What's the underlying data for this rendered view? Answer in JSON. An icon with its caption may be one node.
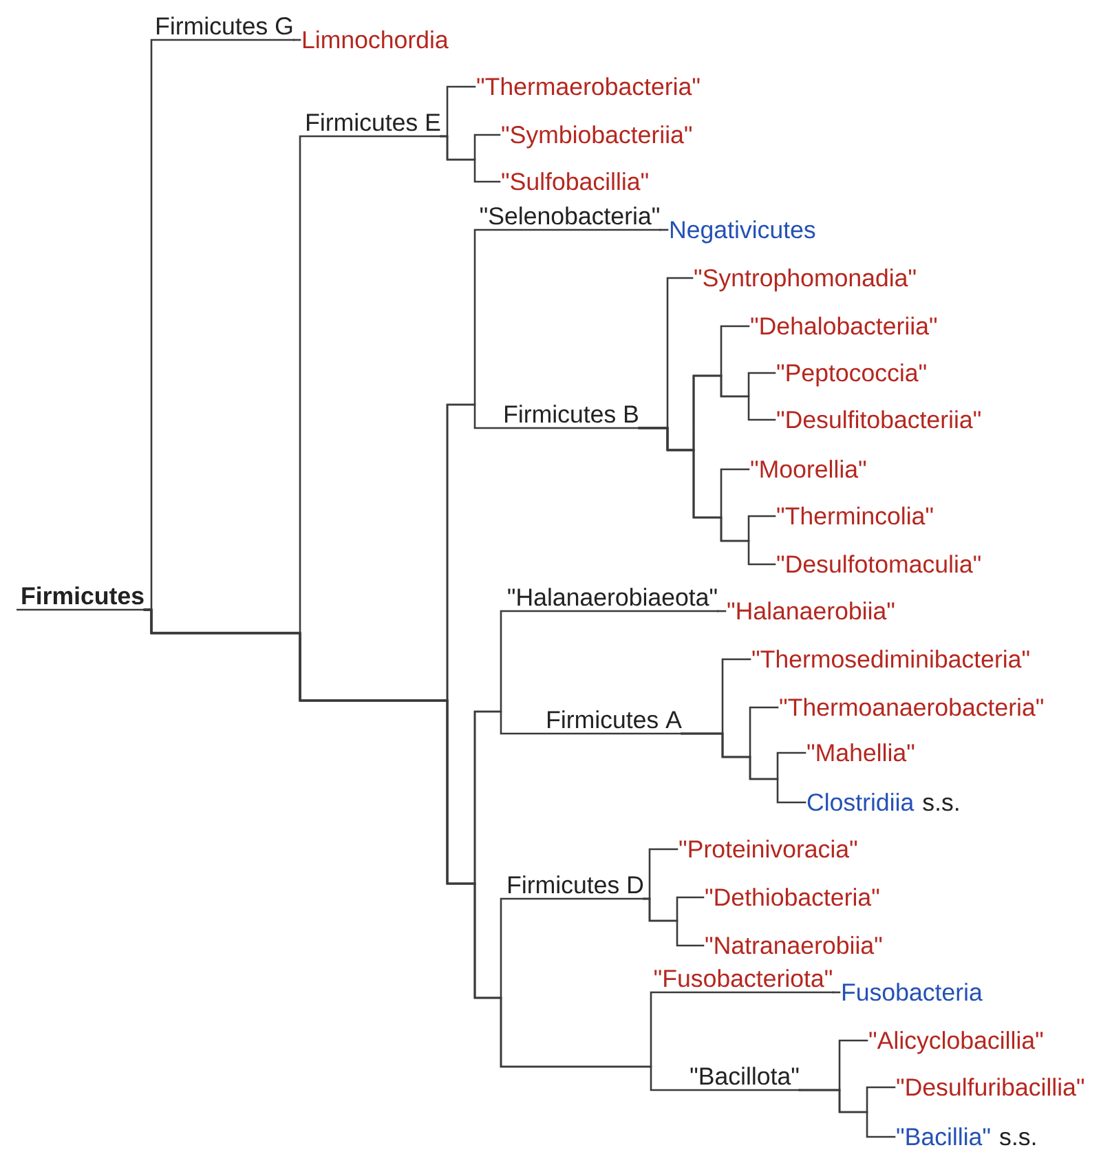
{
  "diagram": {
    "nodes": [
      {
        "text": [
          "Firmicutes"
        ]
      },
      {
        "text": [
          "Firmicutes G"
        ]
      },
      {
        "text": [
          "Limnochordia"
        ]
      },
      {
        "text": [
          "Firmicutes E"
        ]
      },
      {
        "text": [
          "\"Thermaerobacteria\""
        ]
      },
      {
        "text": [
          "\"Symbiobacteriia\""
        ]
      },
      {
        "text": [
          "\"Sulfobacillia\""
        ]
      },
      {
        "text": [
          "\"Selenobacteria\""
        ]
      },
      {
        "text": [
          "Negativicutes"
        ]
      },
      {
        "text": [
          "Firmicutes B"
        ]
      },
      {
        "text": [
          "\"Syntrophomonadia\""
        ]
      },
      {
        "text": [
          "\"Dehalobacteriia\""
        ]
      },
      {
        "text": [
          "\"Peptococcia\""
        ]
      },
      {
        "text": [
          "\"Desulfitobacteriia\""
        ]
      },
      {
        "text": [
          "\"Moorellia\""
        ]
      },
      {
        "text": [
          "\"Thermincolia\""
        ]
      },
      {
        "text": [
          "\"Desulfotomaculia\""
        ]
      },
      {
        "text": [
          "\"Halanaerobiaeota\""
        ]
      },
      {
        "text": [
          "\"Halanaerobiia\""
        ]
      },
      {
        "text": [
          "Firmicutes A"
        ]
      },
      {
        "text": [
          "\"Thermosediminibacteria\""
        ]
      },
      {
        "text": [
          "\"Thermoanaerobacteria\""
        ]
      },
      {
        "text": [
          "\"Mahellia\""
        ]
      },
      {
        "text": [
          "Clostridiia"
        ],
        "beside": [
          "s.s."
        ]
      },
      {
        "text": [
          "Firmicutes D"
        ]
      },
      {
        "text": [
          "\"Proteinivoracia\""
        ]
      },
      {
        "text": [
          "\"Dethiobacteria\""
        ]
      },
      {
        "text": [
          "\"Natranaerobiia\""
        ]
      },
      {
        "text": [
          "\"Fusobacteriota\""
        ]
      },
      {
        "text": [
          "Fusobacteria"
        ]
      },
      {
        "text": [
          "\"Bacillota\""
        ]
      },
      {
        "text": [
          "\"Alicyclobacillia\""
        ]
      },
      {
        "text": [
          "\"Desulfuribacillia\""
        ]
      },
      {
        "text": [
          "\"Bacillia\""
        ],
        "beside": [
          "s.s."
        ]
      }
    ],
    "edges": [
      {
        "from": 0,
        "to": 1,
        "arrow": "none"
      },
      {
        "from": 0,
        "to": 3,
        "arrow": "none"
      },
      {
        "from": 0,
        "to": 7,
        "arrow": "none"
      },
      {
        "from": 0,
        "to": 9,
        "arrow": "none"
      },
      {
        "from": 0,
        "to": 17,
        "arrow": "none"
      },
      {
        "from": 0,
        "to": 19,
        "arrow": "none"
      },
      {
        "from": 0,
        "to": 24,
        "arrow": "none"
      },
      {
        "from": 0,
        "to": 28,
        "arrow": "none"
      },
      {
        "from": 0,
        "to": 30,
        "arrow": "none"
      },
      {
        "from": 1,
        "to": 2,
        "arrow": "none"
      },
      {
        "from": 3,
        "to": 4,
        "arrow": "none"
      },
      {
        "from": 3,
        "to": 5,
        "arrow": "none"
      },
      {
        "from": 3,
        "to": 6,
        "arrow": "none"
      },
      {
        "from": 7,
        "to": 8,
        "arrow": "none"
      },
      {
        "from": 9,
        "to": 10,
        "arrow": "none"
      },
      {
        "from": 9,
        "to": 11,
        "arrow": "none"
      },
      {
        "from": 9,
        "to": 12,
        "arrow": "none"
      },
      {
        "from": 9,
        "to": 13,
        "arrow": "none"
      },
      {
        "from": 9,
        "to": 14,
        "arrow": "none"
      },
      {
        "from": 9,
        "to": 15,
        "arrow": "none"
      },
      {
        "from": 9,
        "to": 16,
        "arrow": "none"
      },
      {
        "from": 17,
        "to": 18,
        "arrow": "none"
      },
      {
        "from": 19,
        "to": 20,
        "arrow": "none"
      },
      {
        "from": 19,
        "to": 21,
        "arrow": "none"
      },
      {
        "from": 19,
        "to": 22,
        "arrow": "none"
      },
      {
        "from": 19,
        "to": 23,
        "arrow": "none"
      },
      {
        "from": 24,
        "to": 25,
        "arrow": "none"
      },
      {
        "from": 24,
        "to": 26,
        "arrow": "none"
      },
      {
        "from": 24,
        "to": 27,
        "arrow": "none"
      },
      {
        "from": 28,
        "to": 29,
        "arrow": "none"
      },
      {
        "from": 30,
        "to": 31,
        "arrow": "none"
      },
      {
        "from": 30,
        "to": 32,
        "arrow": "none"
      },
      {
        "from": 30,
        "to": 33,
        "arrow": "none"
      }
    ]
  }
}
